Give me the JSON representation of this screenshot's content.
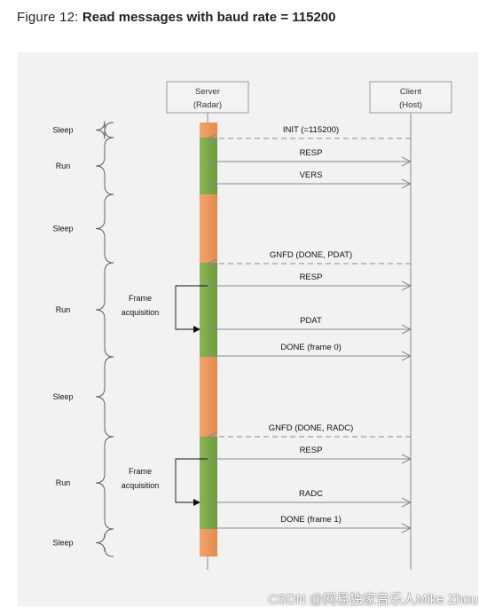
{
  "caption": {
    "prefix": "Figure 12: ",
    "title": "Read messages with baud rate = 115200"
  },
  "participants": {
    "server": {
      "name": "Server",
      "role": "(Radar)"
    },
    "client": {
      "name": "Client",
      "role": "(Host)"
    }
  },
  "phases": [
    "Sleep",
    "Run",
    "Sleep",
    "Run",
    "Sleep",
    "Run",
    "Sleep"
  ],
  "frame_labels": [
    {
      "line1": "Frame",
      "line2": "acquisition"
    },
    {
      "line1": "Frame",
      "line2": "acquisition"
    }
  ],
  "messages": [
    {
      "label": "INIT (=115200)",
      "direction": "to-server",
      "style": "dashed"
    },
    {
      "label": "RESP",
      "direction": "to-client",
      "style": "solid"
    },
    {
      "label": "VERS",
      "direction": "to-client",
      "style": "solid"
    },
    {
      "label": "GNFD (DONE, PDAT)",
      "direction": "to-server",
      "style": "dashed"
    },
    {
      "label": "RESP",
      "direction": "to-client",
      "style": "solid"
    },
    {
      "label": "PDAT",
      "direction": "to-client",
      "style": "solid"
    },
    {
      "label": "DONE (frame 0)",
      "direction": "to-client",
      "style": "solid"
    },
    {
      "label": "GNFD (DONE, RADC)",
      "direction": "to-server",
      "style": "dashed"
    },
    {
      "label": "RESP",
      "direction": "to-client",
      "style": "solid"
    },
    {
      "label": "RADC",
      "direction": "to-client",
      "style": "solid"
    },
    {
      "label": "DONE (frame 1)",
      "direction": "to-client",
      "style": "solid"
    }
  ],
  "colors": {
    "sleep": "#e9965c",
    "run": "#79a646",
    "panel": "#f2f2f2",
    "line": "#8a8a8a"
  },
  "watermark": "CSDN @网易独家音乐人Mike Zhou"
}
